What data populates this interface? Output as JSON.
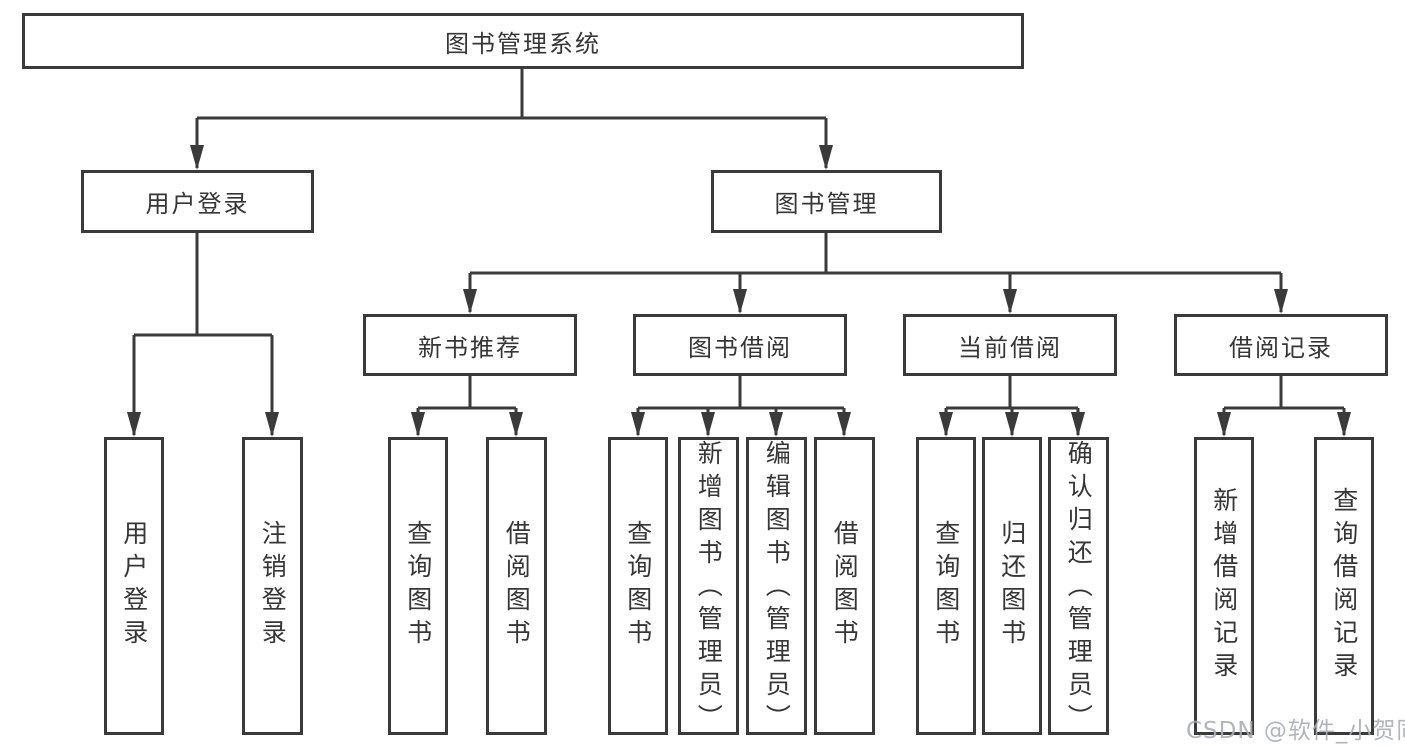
{
  "diagram": {
    "root": {
      "label": "图书管理系统"
    },
    "branches": [
      {
        "label": "用户登录",
        "children": [
          {
            "label": "用户登录"
          },
          {
            "label": "注销登录"
          }
        ]
      },
      {
        "label": "图书管理",
        "children": [
          {
            "label": "新书推荐",
            "children": [
              {
                "label": "查询图书"
              },
              {
                "label": "借阅图书"
              }
            ]
          },
          {
            "label": "图书借阅",
            "children": [
              {
                "label": "查询图书"
              },
              {
                "label": "新增图书（管理员）"
              },
              {
                "label": "编辑图书（管理员）"
              },
              {
                "label": "借阅图书"
              }
            ]
          },
          {
            "label": "当前借阅",
            "children": [
              {
                "label": "查询图书"
              },
              {
                "label": "归还图书"
              },
              {
                "label": "确认归还（管理员）"
              }
            ]
          },
          {
            "label": "借阅记录",
            "children": [
              {
                "label": "新增借阅记录"
              },
              {
                "label": "查询借阅记录"
              }
            ]
          }
        ]
      }
    ]
  },
  "watermark": {
    "text": "CSDN @软件_小贺同学"
  },
  "colors": {
    "line": "#3a3a3a",
    "text": "#363636",
    "watermark": "#a9aeb4",
    "background": "#ffffff"
  }
}
